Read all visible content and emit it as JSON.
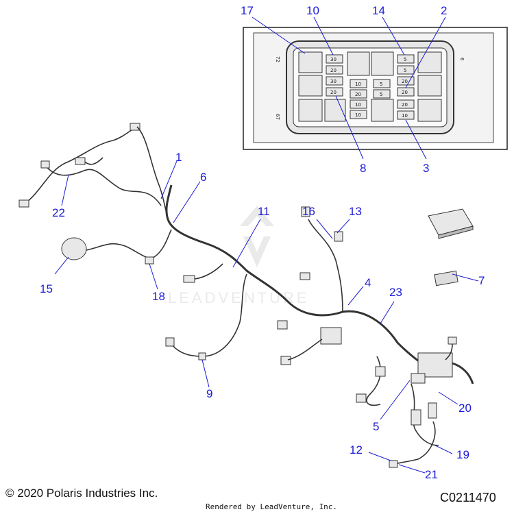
{
  "callouts": {
    "c1": "1",
    "c2": "2",
    "c3": "3",
    "c4": "4",
    "c5": "5",
    "c6": "6",
    "c7": "7",
    "c8": "8",
    "c9": "9",
    "c10": "10",
    "c11": "11",
    "c12": "12",
    "c13": "13",
    "c14": "14",
    "c15": "15",
    "c16": "16",
    "c17": "17",
    "c18": "18",
    "c19": "19",
    "c20": "20",
    "c21": "21",
    "c22": "22",
    "c23": "23"
  },
  "fuse_box": {
    "side_left": "72",
    "side_left_bottom": "67",
    "side_right": "6",
    "fuses": {
      "f1": "30",
      "f2": "20",
      "f3": "30",
      "f4": "20",
      "f5": "10",
      "f6": "20",
      "f7": "10",
      "f8": "10",
      "f9": "5",
      "f10": "5",
      "f11": "5",
      "f12": "5",
      "f13": "20",
      "f14": "20",
      "f15": "20",
      "f16": "10"
    }
  },
  "watermark": "LEADVENTURE",
  "footer": {
    "copyright": "© 2020 Polaris Industries Inc.",
    "rendered_by": "Rendered by LeadVenture, Inc.",
    "diagram_id": "C0211470"
  }
}
